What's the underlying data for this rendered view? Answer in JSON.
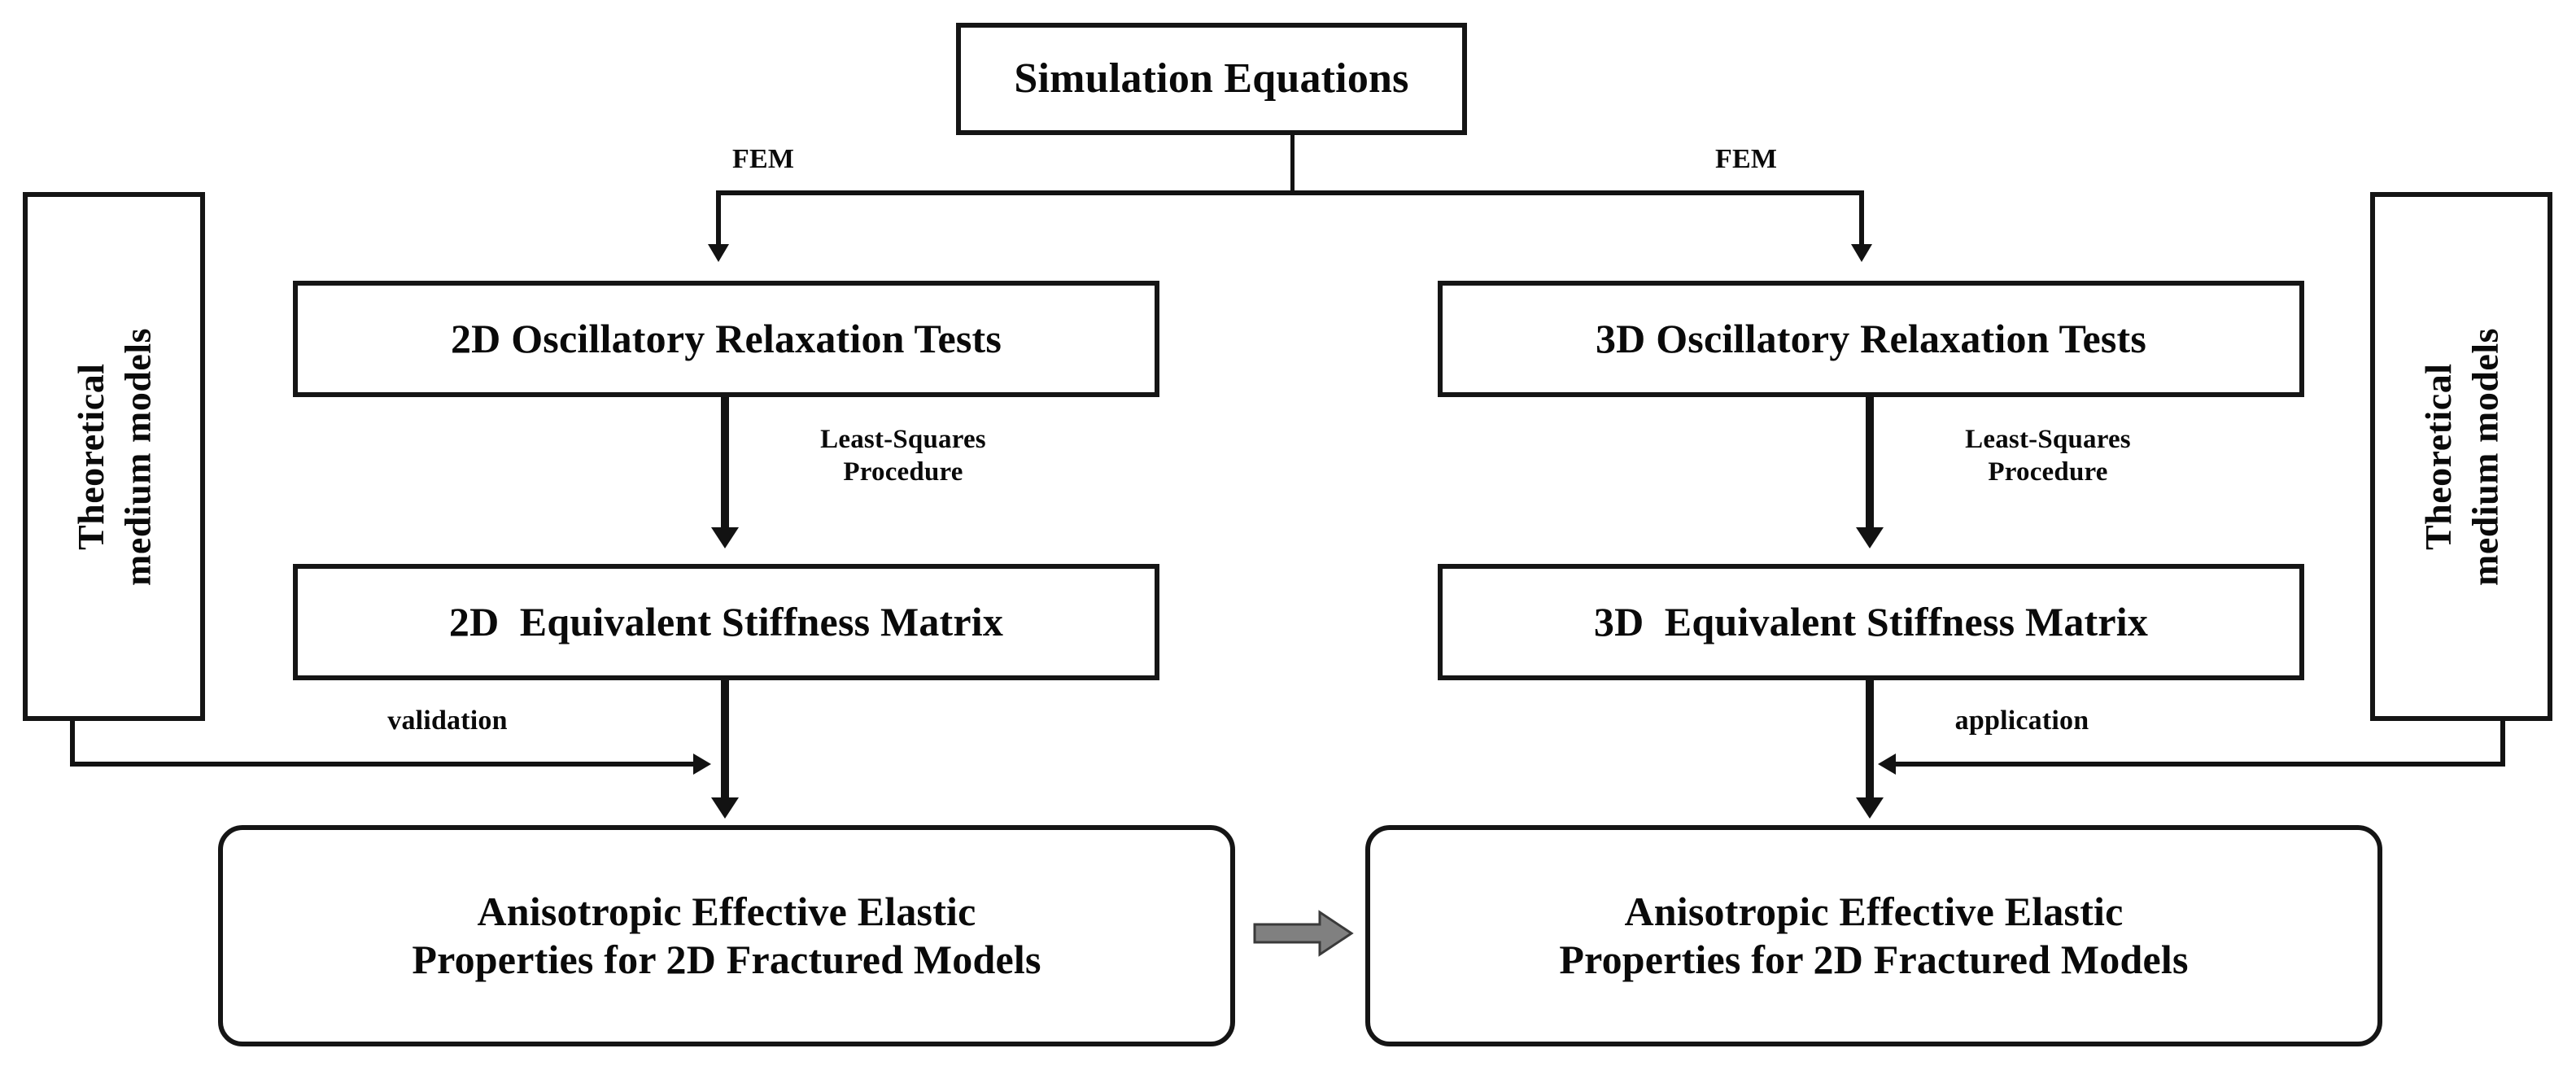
{
  "diagram": {
    "title": "Workflow for anisotropic effective elastic properties of fractured models",
    "background_color": "#ffffff",
    "line_color": "#121212",
    "box_border_color": "#151515",
    "block_arrow_color": "#808080"
  },
  "nodes": {
    "simulation_equations": {
      "label": "Simulation Equations"
    },
    "left_theoretical": {
      "label": "Theoretical\nmedium models"
    },
    "right_theoretical": {
      "label": "Theoretical\nmedium models"
    },
    "tests_2d": {
      "label": "2D Oscillatory Relaxation Tests"
    },
    "tests_3d": {
      "label": "3D Oscillatory Relaxation Tests"
    },
    "stiffness_2d": {
      "label": "2D  Equivalent Stiffness Matrix"
    },
    "stiffness_3d": {
      "label": "3D  Equivalent Stiffness Matrix"
    },
    "result_left": {
      "label": "Anisotropic Effective Elastic\nProperties for 2D Fractured Models"
    },
    "result_right": {
      "label": "Anisotropic Effective Elastic\nProperties for 2D Fractured Models"
    }
  },
  "edge_labels": {
    "fem_left": "FEM",
    "fem_right": "FEM",
    "least_squares_left": "Least-Squares\nProcedure",
    "least_squares_right": "Least-Squares\nProcedure",
    "validation": "validation",
    "application": "application"
  },
  "icons": {
    "transfer_arrow": "right-block-arrow-icon"
  }
}
